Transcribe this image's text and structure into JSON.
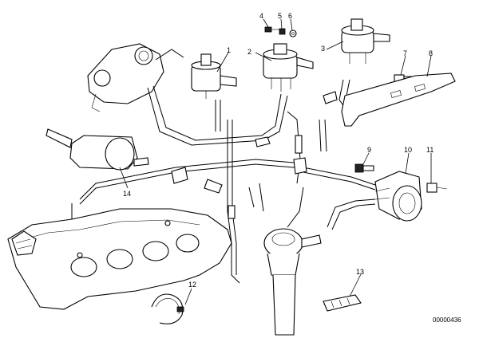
{
  "callouts": [
    {
      "id": "1",
      "label": "1"
    },
    {
      "id": "2",
      "label": "2"
    },
    {
      "id": "3",
      "label": "3"
    },
    {
      "id": "4",
      "label": "4"
    },
    {
      "id": "5",
      "label": "5"
    },
    {
      "id": "6",
      "label": "6"
    },
    {
      "id": "7",
      "label": "7"
    },
    {
      "id": "8",
      "label": "8"
    },
    {
      "id": "9",
      "label": "9"
    },
    {
      "id": "10",
      "label": "10"
    },
    {
      "id": "11",
      "label": "11"
    },
    {
      "id": "12",
      "label": "12"
    },
    {
      "id": "13",
      "label": "13"
    },
    {
      "id": "14",
      "label": "14"
    }
  ],
  "reference_number": "00000436"
}
